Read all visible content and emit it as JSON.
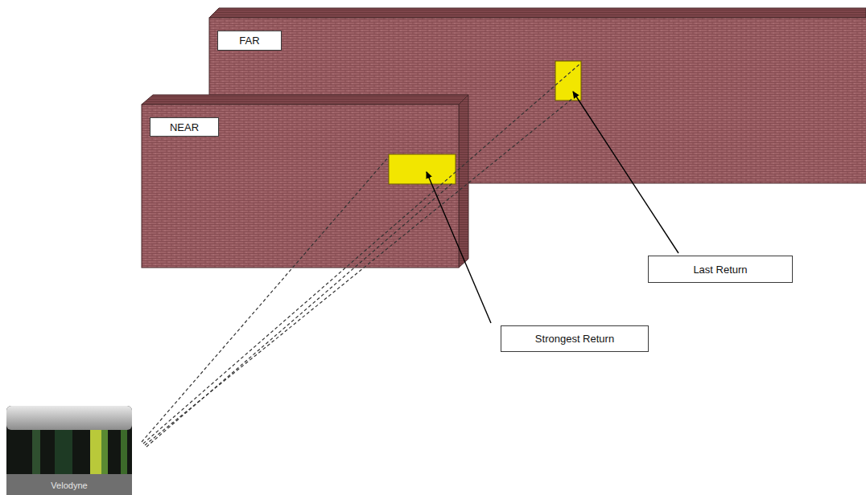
{
  "diagram": {
    "nodes": [
      {
        "text": [
          "FAR"
        ]
      },
      {
        "text": [
          "NEAR"
        ]
      },
      {
        "text": [
          "Last Return"
        ]
      },
      {
        "text": [
          "Strongest Return"
        ]
      }
    ],
    "labels": [
      "Velodyne"
    ]
  }
}
